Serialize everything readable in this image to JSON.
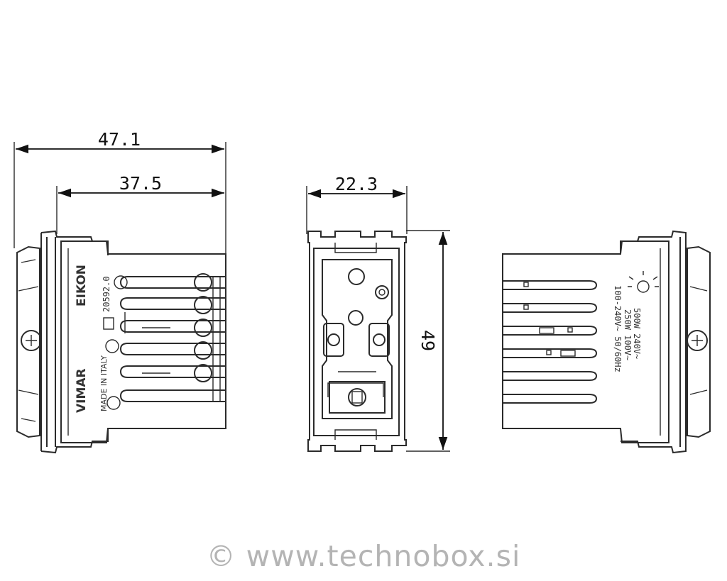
{
  "dimensions": {
    "overall_depth": "47.1",
    "body_depth": "37.5",
    "front_width": "22.3",
    "height": "49"
  },
  "side_left_markings": {
    "brand": "VIMAR",
    "series": "EIKON",
    "origin": "MADE IN ITALY",
    "code": "20592.0"
  },
  "side_right_markings": {
    "line1": "500W 240V~",
    "line2": "250W 100V~",
    "line3": "100-240V~ 50/60Hz"
  },
  "watermark": "© www.technobox.si"
}
